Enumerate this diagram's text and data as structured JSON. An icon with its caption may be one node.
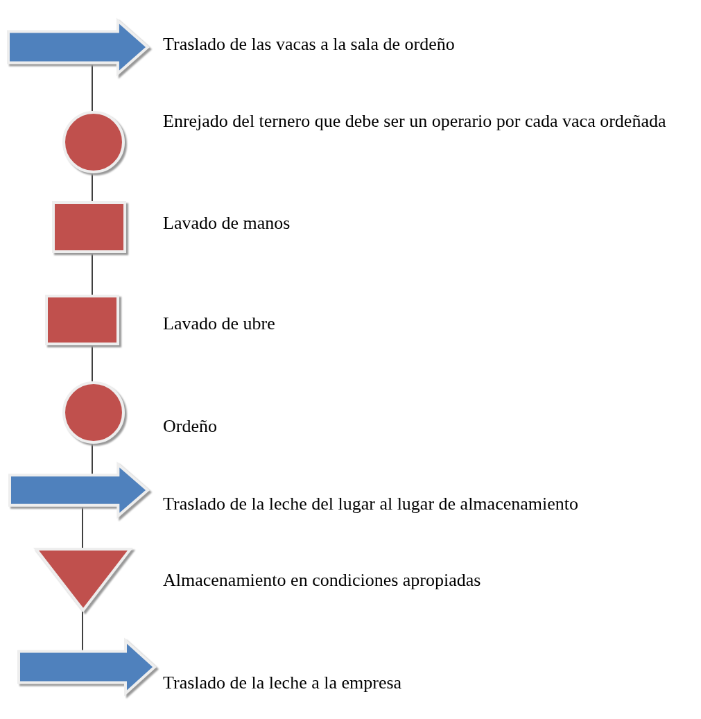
{
  "diagram": {
    "nodes": [
      {
        "text": [],
        "shape": "arrow",
        "beside": [
          "Traslado de las vacas a la sala de ordeño"
        ]
      },
      {
        "text": [],
        "shape": "circle",
        "beside": [
          "Enrejado del ternero que debe ser un operario por cada vaca ordeñada"
        ]
      },
      {
        "text": [],
        "shape": "box",
        "beside": [
          "Lavado de manos"
        ]
      },
      {
        "text": [],
        "shape": "box",
        "beside": [
          "Lavado de ubre"
        ]
      },
      {
        "text": [],
        "shape": "circle",
        "beside": [
          "Ordeño"
        ]
      },
      {
        "text": [],
        "shape": "arrow",
        "beside": [
          "Traslado de la leche del lugar al lugar de almacenamiento"
        ]
      },
      {
        "text": [],
        "shape": "triangle",
        "beside": [
          "Almacenamiento en condiciones apropiadas"
        ]
      },
      {
        "text": [],
        "shape": "arrow",
        "beside": [
          "Traslado de la leche a la empresa"
        ]
      }
    ],
    "edges": [
      {
        "from": 0,
        "to": 1,
        "arrow": "none"
      },
      {
        "from": 1,
        "to": 2,
        "arrow": "none"
      },
      {
        "from": 2,
        "to": 3,
        "arrow": "none"
      },
      {
        "from": 3,
        "to": 4,
        "arrow": "none"
      },
      {
        "from": 4,
        "to": 5,
        "arrow": "none"
      },
      {
        "from": 5,
        "to": 6,
        "arrow": "none"
      },
      {
        "from": 6,
        "to": 7,
        "arrow": "none"
      }
    ]
  }
}
